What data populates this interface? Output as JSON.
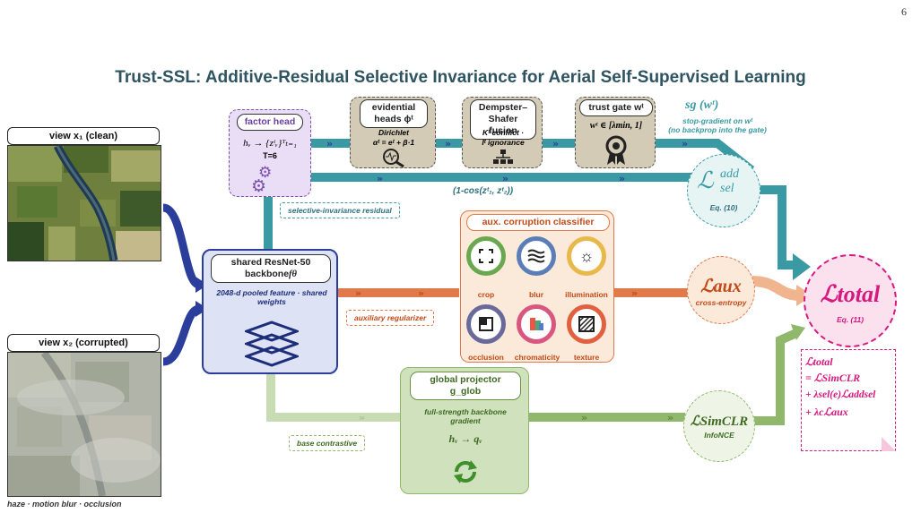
{
  "page_number": "6",
  "title": "Trust-SSL: Additive-Residual Selective Invariance for Aerial Self-Supervised Learning",
  "views": {
    "clean_label": "view x₁ (clean)",
    "corrupted_label": "view x₂ (corrupted)",
    "caption": "haze · motion blur · occlusion"
  },
  "backbone": {
    "title_line1": "shared ResNet-50",
    "title_line2": "backbone",
    "symbol": "fθ",
    "desc": "2048-d pooled feature · shared weights"
  },
  "factor_head": {
    "title": "factor head",
    "formula": "hᵥ → {zᵗᵥ}ᵀₜ₌₁",
    "t_value": "T=6"
  },
  "evidential": {
    "title_line1": "evidential",
    "title_line2": "heads ϕᵗ",
    "line1": "Dirichlet",
    "line2": "αᵗ = eᵗ + β·1"
  },
  "dempster": {
    "title_line1": "Dempster–",
    "title_line2": "Shafer fusion",
    "line1": "Kᵗ conflict ·",
    "line2": "Iᵗ ignorance"
  },
  "trust_gate": {
    "title": "trust gate wᵗ",
    "formula": "wᵗ ∈ [λmin, 1]"
  },
  "sg": {
    "label": "sg (wᵗ)",
    "note_line1": "stop-gradient on wᵗ",
    "note_line2": "(no backprop into the gate)"
  },
  "cosine_label": "(1-cos(zᵗ₁, zᵗ₂))",
  "selective_residual": "selective-invariance residual",
  "aux_regularizer": "auxiliary regularizer",
  "base_contrastive": "base contrastive",
  "aux_classifier": {
    "title": "aux. corruption classifier",
    "items": [
      "crop",
      "blur",
      "illumination",
      "occlusion",
      "chromaticity",
      "texture"
    ]
  },
  "projector": {
    "title_line1": "global projector",
    "title_line2": "g_glob",
    "desc_line1": "full-strength backbone",
    "desc_line2": "gradient",
    "formula": "hᵥ → qᵥ"
  },
  "losses": {
    "sel_main": "ℒ",
    "sel_sup": "add",
    "sel_sub": "sel",
    "sel_eq": "Eq. (10)",
    "aux_main": "ℒaux",
    "aux_note": "cross-entropy",
    "simclr_main": "ℒSimCLR",
    "simclr_note": "InfoNCE",
    "total_main": "ℒtotal",
    "total_eq": "Eq. (11)"
  },
  "total_note": {
    "line1": "ℒtotal",
    "line2": "= ℒSimCLR",
    "line3": "+ λsel(e)ℒaddsel",
    "line4": "+ λcℒaux"
  },
  "colors": {
    "teal": "#3a9aa3",
    "orange": "#e07a4a",
    "green": "#8fb86a",
    "blue": "#2c3e9c",
    "magenta": "#d6197f",
    "purple": "#7b4fb0"
  }
}
